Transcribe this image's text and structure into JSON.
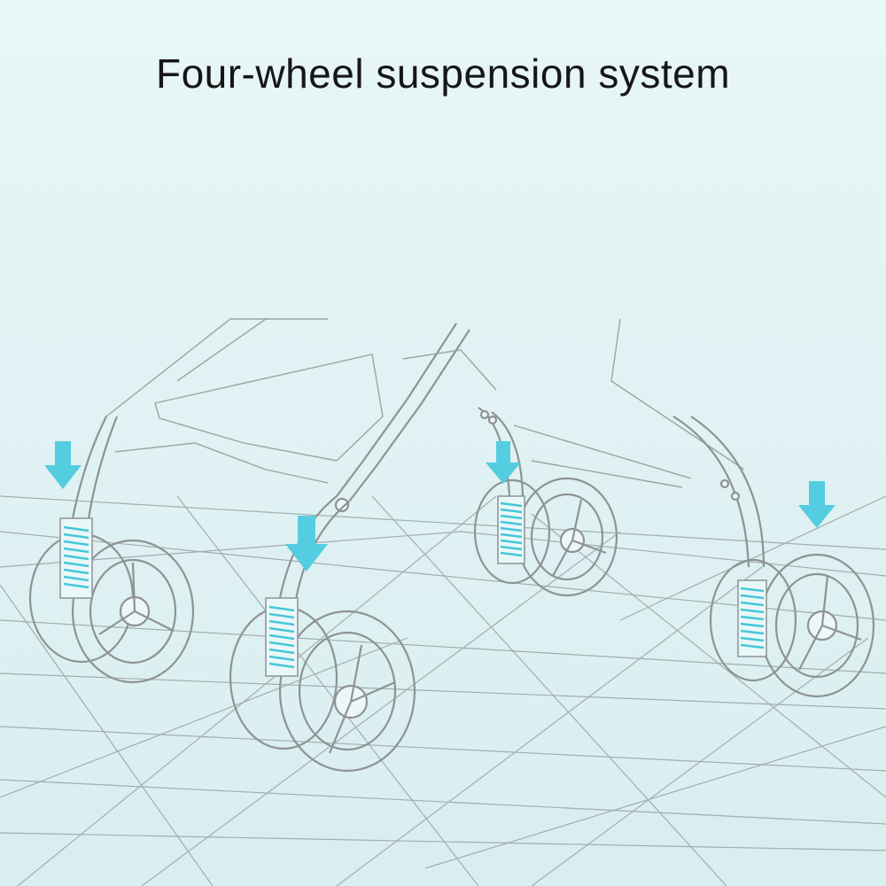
{
  "title": "Four-wheel suspension system",
  "colors": {
    "background": "#e4f3f4",
    "arrow": "#55cde0",
    "spring": "#46c7da",
    "wheel_tint": "#f4c9cc",
    "frame": "#8e9394"
  },
  "illustration": {
    "subject": "stroller-frame",
    "wheels": 4,
    "springs": 4,
    "arrows": 4,
    "icons": [
      "down-arrow-icon",
      "spring-icon",
      "wheel-icon"
    ]
  }
}
